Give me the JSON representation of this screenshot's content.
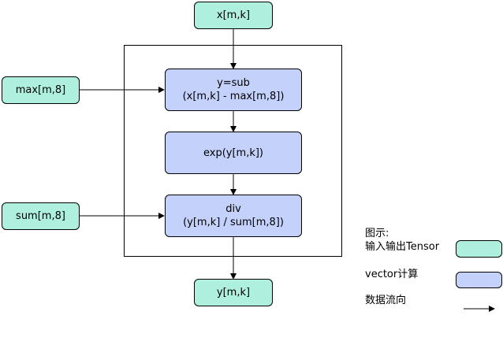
{
  "colors": {
    "tensor": "#aeefdd",
    "vector": "#c3d1fb",
    "line": "#000000"
  },
  "nodes": {
    "input_x": "x[m,k]",
    "input_max": "max[m,8]",
    "input_sum": "sum[m,8]",
    "sub_line1": "y=sub",
    "sub_line2": "(x[m,k] - max[m,8])",
    "exp": "exp(y[m,k])",
    "div_line1": "div",
    "div_line2": "(y[m,k] / sum[m,8])",
    "output_y": "y[m,k]"
  },
  "legend": {
    "title": "图示:",
    "tensor_label": "输入输出Tensor",
    "vector_label": "vector计算",
    "flow_label": "数据流向"
  }
}
